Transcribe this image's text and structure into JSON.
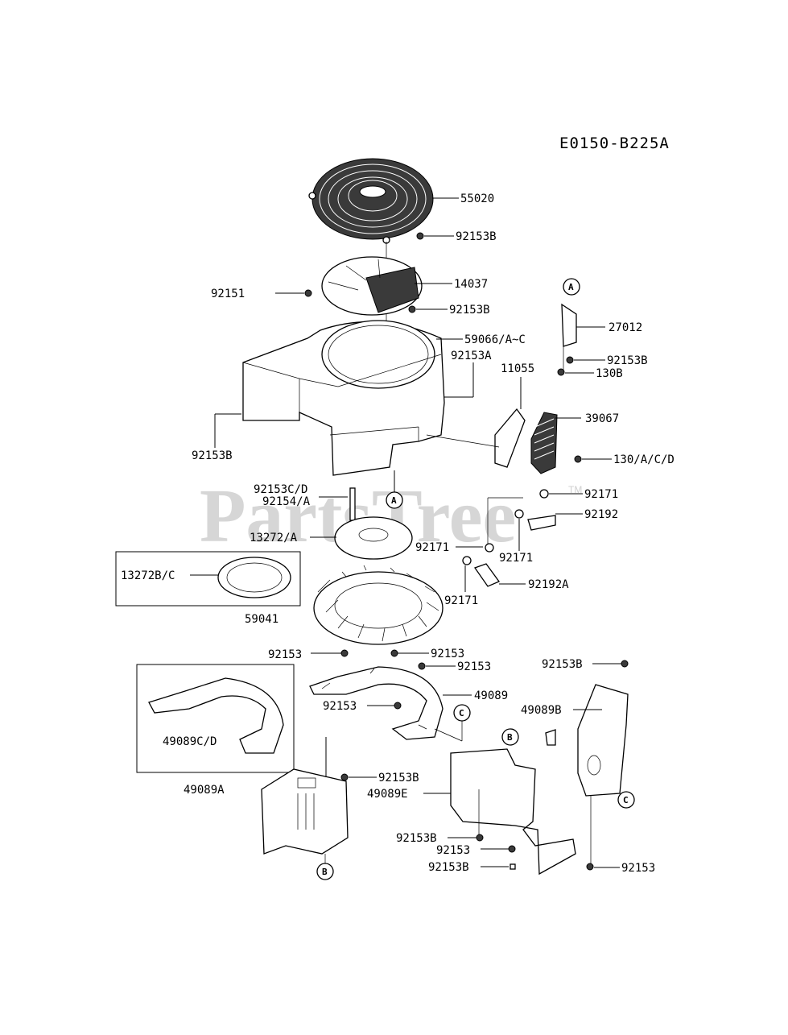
{
  "diagram": {
    "code": "E0150-B225A",
    "watermark": "PartsTree",
    "trademark": "TM",
    "callouts": {
      "a": "A",
      "b": "B",
      "c": "C"
    },
    "labels": {
      "p55020": "55020",
      "p92153b_1": "92153B",
      "p92151": "92151",
      "p14037": "14037",
      "p92153b_2": "92153B",
      "p59066": "59066/A~C",
      "p92153a": "92153A",
      "p92153b_3": "92153B",
      "p27012": "27012",
      "p92153b_4": "92153B",
      "p130b": "130B",
      "p11055": "11055",
      "p39067": "39067",
      "p130acd": "130/A/C/D",
      "p92153cd": "92153C/D",
      "p92154a": "92154/A",
      "p92171_1": "92171",
      "p92192": "92192",
      "p13272a": "13272/A",
      "p92171_2": "92171",
      "p92171_3": "92171",
      "p13272bc": "13272B/C",
      "p92192a": "92192A",
      "p92171_4": "92171",
      "p59041": "59041",
      "p92153_1": "92153",
      "p92153_2": "92153",
      "p92153_3": "92153",
      "p92153b_5": "92153B",
      "p49089": "49089",
      "p92153_4": "92153",
      "p49089b": "49089B",
      "p49089cd": "49089C/D",
      "p92153b_6": "92153B",
      "p49089e": "49089E",
      "p49089a": "49089A",
      "p92153b_7": "92153B",
      "p92153_5": "92153",
      "p92153b_8": "92153B",
      "p92153_6": "92153"
    }
  }
}
